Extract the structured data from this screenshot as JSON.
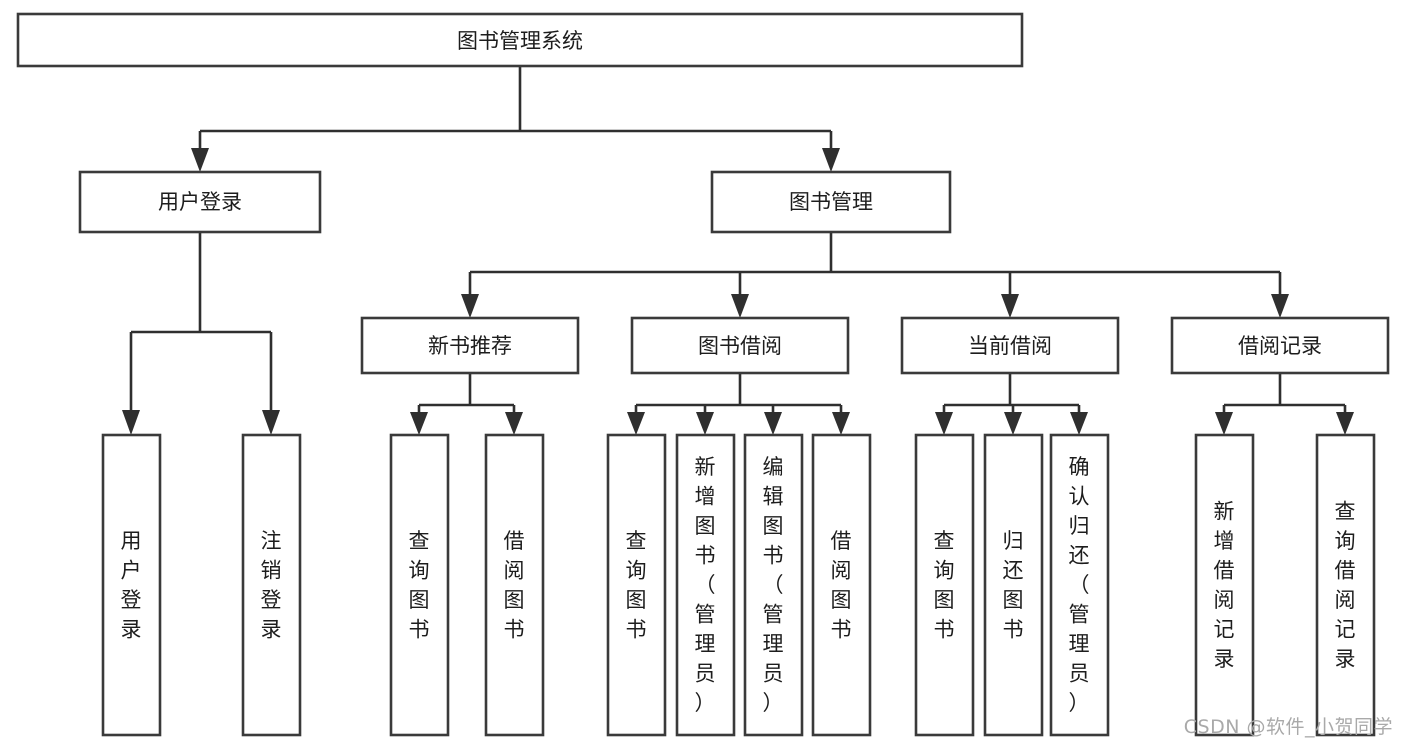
{
  "diagram": {
    "type": "tree",
    "title": "图书管理系统",
    "orientation": "top-down",
    "colors": {
      "background": "#ffffff",
      "box_stroke": "#3a3a3a",
      "connector": "#2f2f2f",
      "text": "#1d1d1d",
      "watermark": "#a9a9a9"
    },
    "root": {
      "label": "图书管理系统"
    },
    "level2": [
      {
        "label": "用户登录"
      },
      {
        "label": "图书管理"
      }
    ],
    "level3": [
      {
        "label": "新书推荐"
      },
      {
        "label": "图书借阅"
      },
      {
        "label": "当前借阅"
      },
      {
        "label": "借阅记录"
      }
    ],
    "leaves": {
      "user_login": [
        {
          "label": "用户登录"
        },
        {
          "label": "注销登录"
        }
      ],
      "new_book_recommend": [
        {
          "label": "查询图书"
        },
        {
          "label": "借阅图书"
        }
      ],
      "book_borrow": [
        {
          "label": "查询图书"
        },
        {
          "label": "新增图书（管理员）"
        },
        {
          "label": "编辑图书（管理员）"
        },
        {
          "label": "借阅图书"
        }
      ],
      "current_borrow": [
        {
          "label": "查询图书"
        },
        {
          "label": "归还图书"
        },
        {
          "label": "确认归还（管理员）"
        }
      ],
      "borrow_record": [
        {
          "label": "新增借阅记录"
        },
        {
          "label": "查询借阅记录"
        }
      ]
    }
  },
  "watermark": {
    "text": "CSDN @软件_小贺同学"
  }
}
